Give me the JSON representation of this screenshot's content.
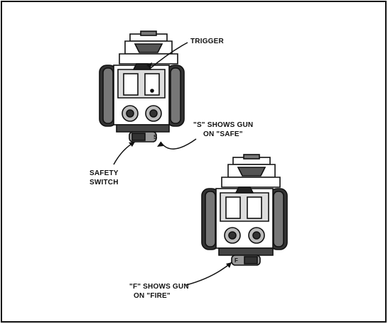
{
  "labels": {
    "trigger": "TRIGGER",
    "safe_line1": "\"S\" SHOWS GUN",
    "safe_line2": "ON \"SAFE\"",
    "switch_line1": "SAFETY",
    "switch_line2": "SWITCH",
    "fire_line1": "\"F\" SHOWS GUN",
    "fire_line2": "ON \"FIRE\""
  },
  "switch_marks": {
    "safe_letter": "S",
    "fire_letter": "F"
  }
}
